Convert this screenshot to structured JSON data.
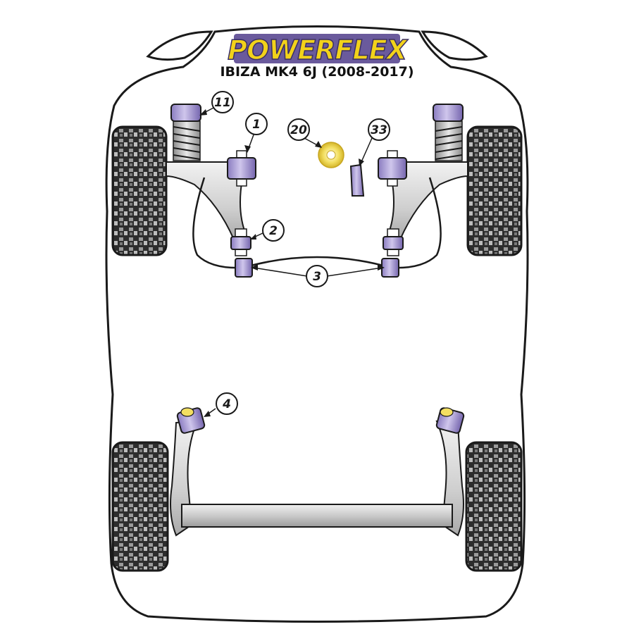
{
  "brand": {
    "logo_text": "POWERFLEX",
    "subtitle": "IBIZA MK4 6J (2008-2017)",
    "logo_color": "#f2d21a",
    "logo_outline": "#5a4b8e"
  },
  "colors": {
    "bushing_purple": "#b9addc",
    "bushing_dark": "#6f5fa8",
    "insert_yellow": "#f3df61",
    "arm_grey": "#d6d6d6",
    "tyre_dark": "#2b2b2b",
    "outline": "#1a1a1a"
  },
  "callouts": [
    {
      "id": "callout-1",
      "label": "1"
    },
    {
      "id": "callout-2",
      "label": "2"
    },
    {
      "id": "callout-3",
      "label": "3"
    },
    {
      "id": "callout-4",
      "label": "4"
    },
    {
      "id": "callout-11",
      "label": "11"
    },
    {
      "id": "callout-20",
      "label": "20"
    },
    {
      "id": "callout-33",
      "label": "33"
    }
  ]
}
